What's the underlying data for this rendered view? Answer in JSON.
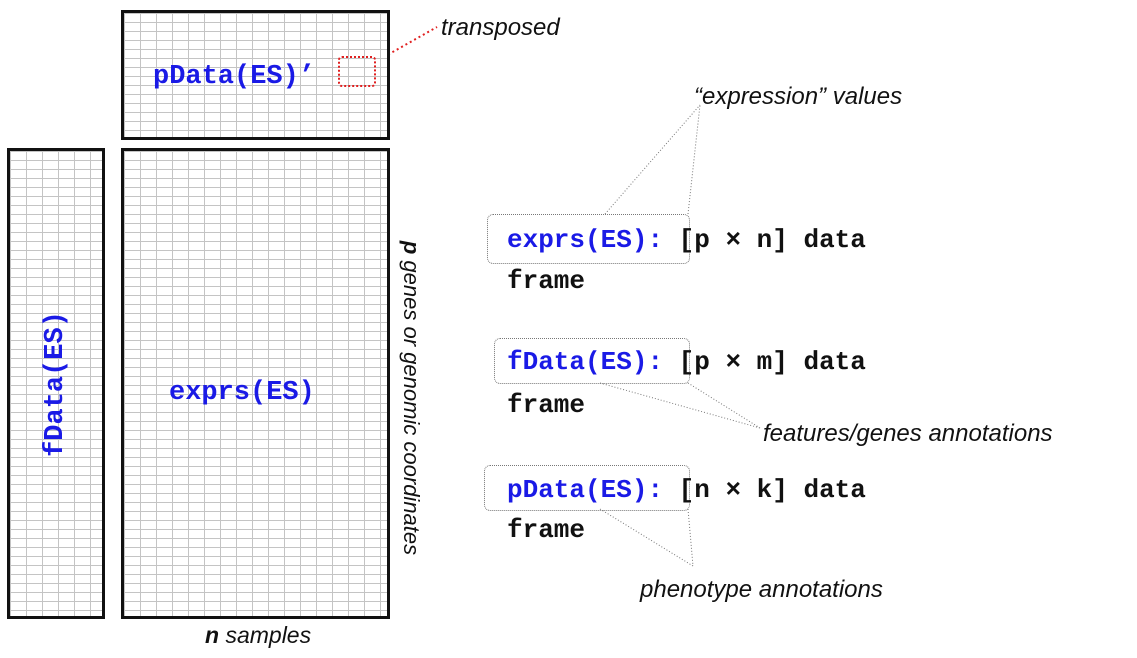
{
  "boxes": {
    "pdata_label": "pData(ES)",
    "pdata_prime": "’",
    "fdata_label": "fData(ES)",
    "exprs_label": "exprs(ES)"
  },
  "axes": {
    "vertical_bold": "p",
    "vertical_rest": " genes or genomic coordinates",
    "horizontal_bold": "n",
    "horizontal_rest": " samples"
  },
  "annotations": {
    "transposed": "transposed",
    "expression_values": "“expression” values",
    "features_annotations": "features/genes annotations",
    "phenotype_annotations": "phenotype annotations"
  },
  "definitions": [
    {
      "accessor": "exprs(ES)",
      "colon": ":",
      "dims": " [p × n] data",
      "cont": "frame"
    },
    {
      "accessor": "fData(ES)",
      "colon": ":",
      "dims": " [p × m] data",
      "cont": "frame"
    },
    {
      "accessor": "pData(ES)",
      "colon": ":",
      "dims": " [n × k] data",
      "cont": "frame"
    }
  ],
  "colors": {
    "accent": "#1a1ae6",
    "text": "#111111",
    "highlight": "#e02020"
  }
}
